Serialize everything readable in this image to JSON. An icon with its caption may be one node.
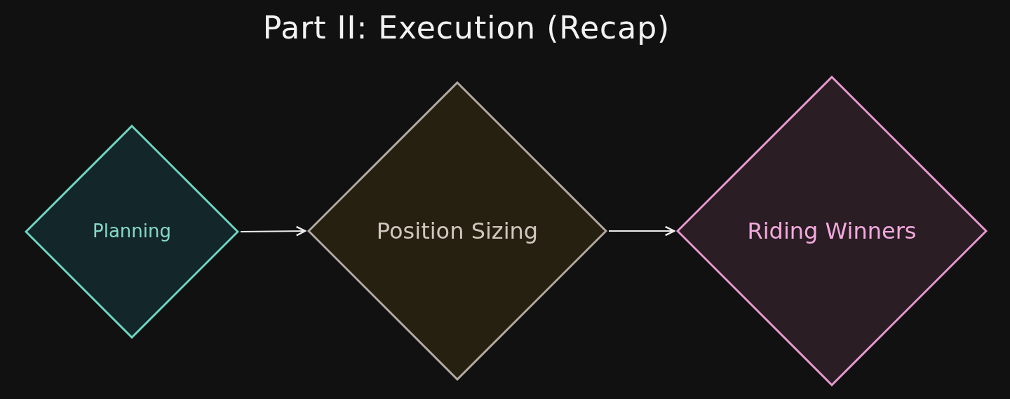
{
  "diagram": {
    "title": "Part II: Execution (Recap)",
    "nodes": [
      {
        "text": [
          "Planning"
        ]
      },
      {
        "text": [
          "Position Sizing"
        ]
      },
      {
        "text": [
          "Riding Winners"
        ]
      }
    ],
    "edges": [
      {
        "from": 0,
        "to": 1,
        "arrow": "to"
      },
      {
        "from": 1,
        "to": 2,
        "arrow": "to"
      }
    ]
  }
}
